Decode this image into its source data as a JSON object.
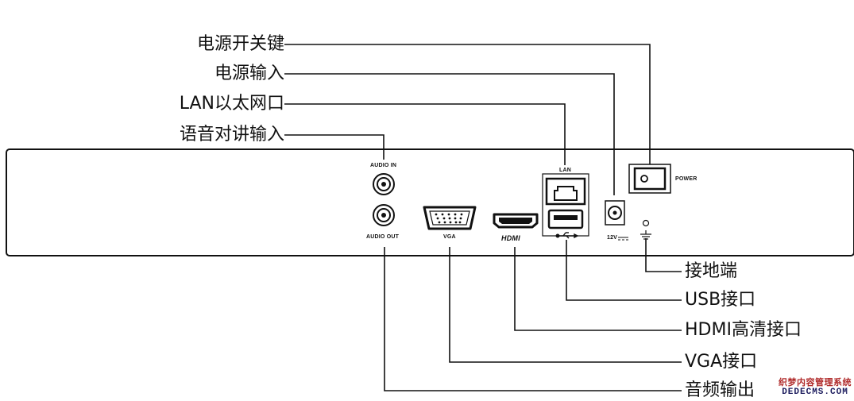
{
  "callouts_left": [
    {
      "id": "power-switch",
      "text": "电源开关键"
    },
    {
      "id": "power-input",
      "text": "电源输入"
    },
    {
      "id": "lan-port",
      "text": "LAN以太网口"
    },
    {
      "id": "audio-in",
      "text": "语音对讲输入"
    }
  ],
  "callouts_right": [
    {
      "id": "ground",
      "text": "接地端"
    },
    {
      "id": "usb",
      "text": "USB接口"
    },
    {
      "id": "hdmi",
      "text": "HDMI高清接口"
    },
    {
      "id": "vga",
      "text": "VGA接口"
    },
    {
      "id": "audio-out",
      "text": "音频输出"
    }
  ],
  "panel_labels": {
    "audio_in": "AUDIO IN",
    "audio_out": "AUDIO OUT",
    "vga": "VGA",
    "hdmi": "HDMI",
    "lan": "LAN",
    "dc": "12V",
    "power": "POWER"
  },
  "watermark": {
    "line1": "织梦内容管理系统",
    "line2": "DEDECMS.COM"
  }
}
